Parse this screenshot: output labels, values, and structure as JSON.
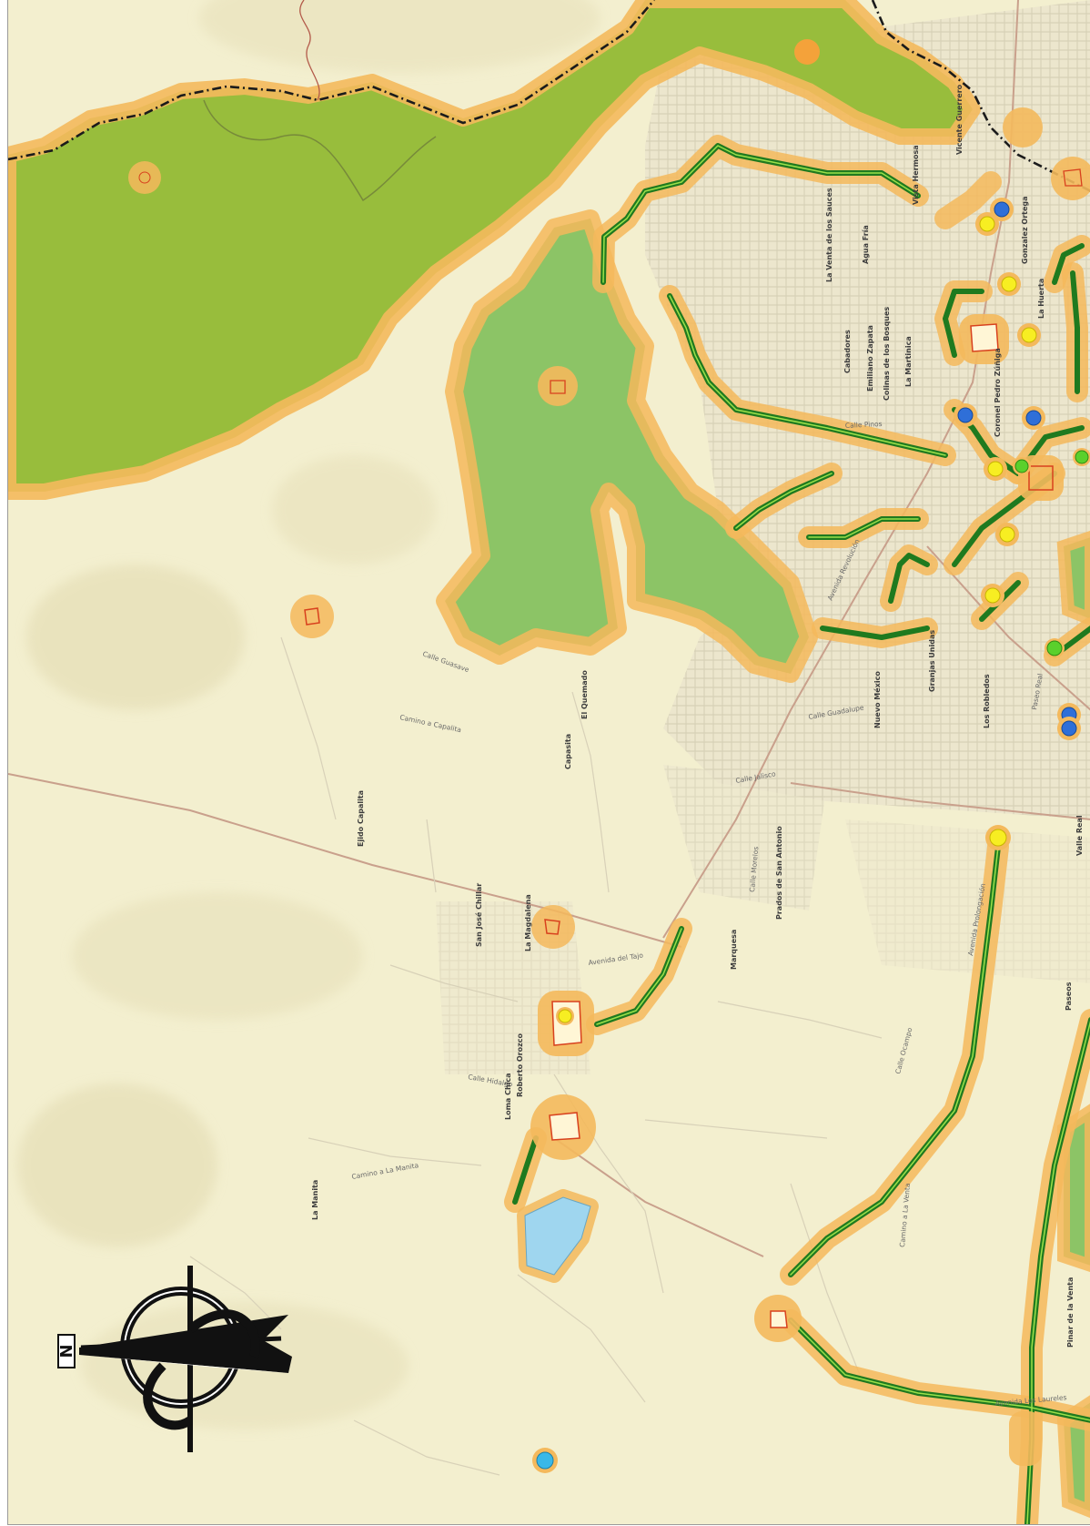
{
  "colors": {
    "terrain": "#f3efcf",
    "terrain_shade": "#e6dfb6",
    "forest_dark": "#98bd3c",
    "forest_light": "#8cc466",
    "buffer": "#f4b95c",
    "route_green": "#1f7a1f",
    "route_highlight": "#9be04a",
    "urban": "#e9e2c8",
    "street": "#d8d1b8",
    "road_main": "#c9a08c",
    "water": "#9fd6ef",
    "boundary": "#1b1b1b",
    "point_yellow": "#f7ee22",
    "point_blue": "#2f6fd8",
    "point_green": "#5ad02c",
    "point_cyan": "#39b8e8",
    "footprint_red": "#d8411e"
  },
  "place_labels": [
    {
      "name": "El Quemado"
    },
    {
      "name": "Capasita"
    },
    {
      "name": "Ejido Capalita"
    },
    {
      "name": "San José Chillar"
    },
    {
      "name": "La Magdalena"
    },
    {
      "name": "Roberto Orozco"
    },
    {
      "name": "Loma Chica"
    },
    {
      "name": "La Manita"
    },
    {
      "name": "Nuevo México"
    },
    {
      "name": "Emiliano Zapata"
    },
    {
      "name": "Colinas de los Bosques"
    },
    {
      "name": "La Martinica"
    },
    {
      "name": "Cabadores"
    },
    {
      "name": "La Venta de los Sauces"
    },
    {
      "name": "Agua Fría"
    },
    {
      "name": "Gonzalez Ortega"
    },
    {
      "name": "La Huerta"
    },
    {
      "name": "Vista Hermosa"
    },
    {
      "name": "Coronel Pedro Zúñiga"
    },
    {
      "name": "Granjas Unidas"
    },
    {
      "name": "Los Robledos"
    },
    {
      "name": "Prados de San Antonio"
    },
    {
      "name": "Marquesa"
    },
    {
      "name": "Valle Real"
    },
    {
      "name": "Paseos"
    },
    {
      "name": "Pinar de la Venta"
    },
    {
      "name": "Vicente Guerrero"
    }
  ],
  "street_labels": [
    {
      "name": "Calle Guasave"
    },
    {
      "name": "Camino a Capalita"
    },
    {
      "name": "Avenida del Tajo"
    },
    {
      "name": "Camino a La Manita"
    },
    {
      "name": "Calle Hidalgo"
    },
    {
      "name": "Avenida Los Laureles"
    },
    {
      "name": "Calle Guadalupe"
    },
    {
      "name": "Avenida Revolución"
    },
    {
      "name": "Calle Jalisco"
    },
    {
      "name": "Calle Morelos"
    },
    {
      "name": "Paseo Real"
    },
    {
      "name": "Calle Pinos"
    },
    {
      "name": "Avenida Prolongación"
    },
    {
      "name": "Calle Ocampo"
    },
    {
      "name": "Camino a La Venta"
    }
  ],
  "map_points": [
    {
      "kind": "yellow"
    },
    {
      "kind": "yellow"
    },
    {
      "kind": "yellow"
    },
    {
      "kind": "yellow"
    },
    {
      "kind": "yellow"
    },
    {
      "kind": "yellow"
    },
    {
      "kind": "yellow"
    },
    {
      "kind": "yellow"
    },
    {
      "kind": "blue"
    },
    {
      "kind": "blue"
    },
    {
      "kind": "blue"
    },
    {
      "kind": "blue"
    },
    {
      "kind": "blue"
    },
    {
      "kind": "green"
    },
    {
      "kind": "green"
    },
    {
      "kind": "green"
    },
    {
      "kind": "cyan"
    }
  ],
  "north_arrow": {
    "letter": "N",
    "icon": "north-arrow-icon"
  }
}
